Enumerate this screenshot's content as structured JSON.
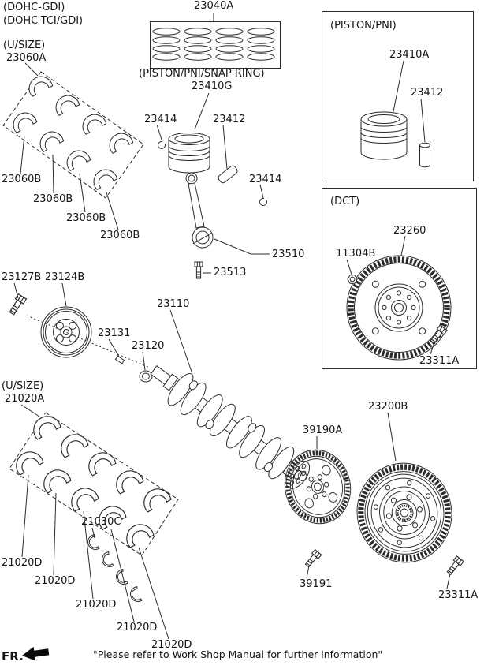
{
  "page": {
    "bg_color": "#ffffff",
    "line_color": "#2b2b2b"
  },
  "header": {
    "engine_variant_1": "(DOHC-GDI)",
    "engine_variant_2": "(DOHC-TCI/GDI)"
  },
  "conrod_bearings": {
    "size_note": "(U/SIZE)",
    "set_part_no": "23060A",
    "shell_part_no": "23060B"
  },
  "piston_rings": {
    "part_no": "23040A",
    "caption": "(PISTON/PNI/SNAP RING)",
    "assembly_part_no": "23410G"
  },
  "piston_assembly": {
    "snap_ring_part_no": "23414",
    "pin_part_no": "23412",
    "conrod_part_no": "23510",
    "conrod_bolt_part_no": "23513"
  },
  "piston_pni_box": {
    "title": "(PISTON/PNI)",
    "piston_part_no": "23410A",
    "pin_part_no": "23412"
  },
  "dct_box": {
    "title": "(DCT)",
    "ring_gear_part_no": "23260",
    "nut_part_no": "11304B",
    "bolt_part_no": "23311A"
  },
  "crankshaft_group": {
    "pulley_bolt_part_no": "23127B",
    "pulley_part_no": "23124B",
    "crankshaft_part_no": "23110",
    "key_part_no": "23131",
    "bearing_part_no": "23120"
  },
  "main_bearings": {
    "size_note": "(U/SIZE)",
    "set_part_no": "21020A",
    "shell_part_no": "21020D",
    "thrust_washer_part_no": "21030C"
  },
  "flywheel_group": {
    "drive_plate_part_no": "39190A",
    "drive_plate_bolt_part_no": "39191",
    "flywheel_part_no": "23200B",
    "flywheel_bolt_part_no": "23311A"
  },
  "footer": {
    "front_marker": "FR.",
    "note": "\"Please refer to Work Shop Manual for further information\""
  }
}
